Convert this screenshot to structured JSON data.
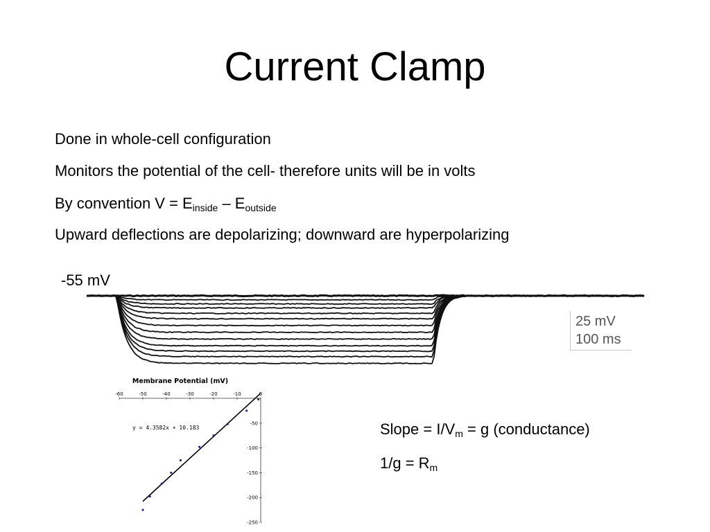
{
  "slide": {
    "title": "Current Clamp",
    "bullets": [
      {
        "text": "Done in whole-cell configuration"
      },
      {
        "text": "Monitors the potential of the cell- therefore units will be in volts"
      },
      {
        "prefix": "By convention V = E",
        "sub1": "inside",
        "mid": " – E",
        "sub2": "outside"
      },
      {
        "text": "Upward deflections are depolarizing; downward are hyperpolarizing"
      }
    ],
    "resting_label": "-55 mV",
    "scale": {
      "voltage": "25 mV",
      "time": "100 ms"
    },
    "slope_text": {
      "prefix": "Slope = I/V",
      "sub": "m",
      "suffix": " = g (conductance)"
    },
    "resistance_text": {
      "prefix": "1/g = R",
      "sub": "m"
    }
  },
  "traces": {
    "resting_mV": -55,
    "steady_state_deflections": [
      0,
      3,
      6,
      9,
      13,
      17,
      22,
      27,
      32,
      37,
      41,
      45,
      50
    ],
    "colors": {
      "trace": "#111111"
    }
  },
  "chart_data": {
    "type": "scatter",
    "title": "Membrane Potential (mV)",
    "xlabel": "",
    "ylabel": "",
    "xlim": [
      -60,
      0
    ],
    "ylim": [
      -250,
      0
    ],
    "xticks": [
      -60,
      -50,
      -40,
      -30,
      -20,
      -10,
      0
    ],
    "yticks": [
      -50,
      -100,
      -150,
      -200,
      -250
    ],
    "x_axis_position": "top",
    "y_axis_position": "right",
    "grid": false,
    "points": [
      {
        "x": -50,
        "y": -225
      },
      {
        "x": -47,
        "y": -198
      },
      {
        "x": -42,
        "y": -172
      },
      {
        "x": -38,
        "y": -150
      },
      {
        "x": -34,
        "y": -125
      },
      {
        "x": -26,
        "y": -98
      },
      {
        "x": -20,
        "y": -75
      },
      {
        "x": -14,
        "y": -52
      },
      {
        "x": -6,
        "y": -25
      },
      {
        "x": -1,
        "y": -2
      }
    ],
    "trendline": {
      "label": "y = 4.3582x + 10.183",
      "slope": 4.3582,
      "intercept": 10.183,
      "x_range": [
        -50,
        0
      ]
    },
    "colors": {
      "points": "#1a1aa0",
      "line": "#000000"
    }
  }
}
